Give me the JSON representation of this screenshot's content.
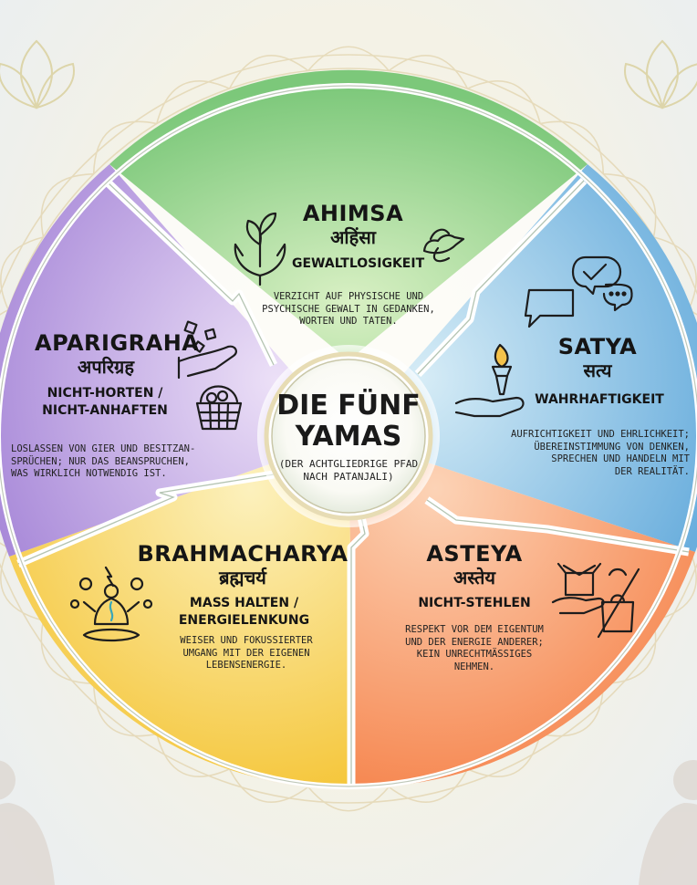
{
  "center": {
    "title": "DIE FÜNF YAMAS",
    "title_line1": "DIE FÜNF",
    "title_line2": "YAMAS",
    "subtitle_line1": "(DER ACHTGLIEDRIGE PFAD",
    "subtitle_line2": "NACH PATANJALI)"
  },
  "yamas": {
    "ahimsa": {
      "name": "AHIMSA",
      "sanskrit": "अहिंसा",
      "translation": "GEWALTLOSIGKEIT",
      "description": [
        "VERZICHT AUF PHYSISCHE UND",
        "PSYCHISCHE GEWALT IN GEDANKEN,",
        "WORTEN UND TATEN."
      ],
      "color": "#8fd18a",
      "icons": [
        "seedling-hands-icon",
        "dove-icon"
      ]
    },
    "satya": {
      "name": "SATYA",
      "sanskrit": "सत्य",
      "translation": "WAHRHAFTIGKEIT",
      "description": [
        "AUFRICHTIGKEIT UND EHRLICHKEIT;",
        "ÜBEREINSTIMMUNG VON DENKEN,",
        "SPRECHEN UND HANDELN MIT",
        "DER REALITÄT."
      ],
      "color": "#79bde4",
      "icons": [
        "speech-bubbles-icon",
        "torch-hand-icon"
      ]
    },
    "asteya": {
      "name": "ASTEYA",
      "sanskrit": "अस्तेय",
      "translation": "NICHT-STEHLEN",
      "description": [
        "RESPEKT VOR DEM EIGENTUM",
        "UND DER ENERGIE ANDERER;",
        "KEIN UNRECHTMÄSSIGES",
        "NEHMEN."
      ],
      "color": "#f89a6e",
      "icons": [
        "giving-box-icon",
        "no-taking-bag-icon"
      ]
    },
    "brahmacharya": {
      "name": "BRAHMACHARYA",
      "sanskrit": "ब्रह्मचर्य",
      "translation": [
        "MASS HALTEN /",
        "ENERGIELENKUNG"
      ],
      "description": [
        "WEISER UND FOKUSSIERTER",
        "UMGANG MIT DER EIGENEN",
        "LEBENSENERGIE."
      ],
      "color": "#f7d25c",
      "icons": [
        "meditation-energy-icon"
      ]
    },
    "aparigraha": {
      "name": "APARIGRAHA",
      "sanskrit": "अपरिग्रह",
      "translation": [
        "NICHT-HORTEN /",
        "NICHT-ANHAFTEN"
      ],
      "description": [
        "LOSLASSEN VON GIER UND BESITZAN-",
        "SPRÜCHEN; NUR DAS BEANSPRUCHEN,",
        "WAS WIRKLICH NOTWENDIG IST."
      ],
      "color": "#bb98e0",
      "icons": [
        "open-hand-releasing-icon",
        "basket-icon"
      ]
    }
  },
  "decor": {
    "icons": [
      "lotus-icon",
      "mandala-pattern",
      "meditating-figure-icon"
    ]
  }
}
